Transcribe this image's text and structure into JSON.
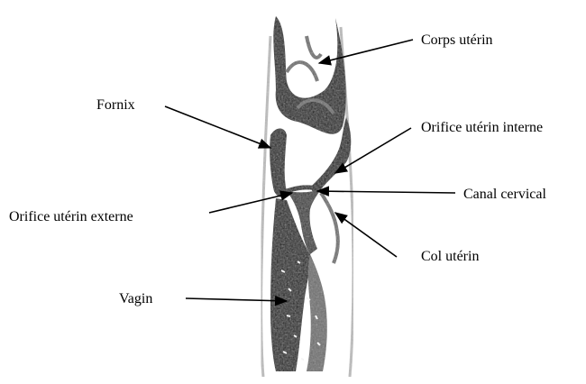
{
  "labels": {
    "corps_uterin": "Corps utérin",
    "fornix": "Fornix",
    "orifice_uterin_interne": "Orifice utérin interne",
    "canal_cervical": "Canal cervical",
    "orifice_uterin_externe": "Orifice utérin externe",
    "col_uterin": "Col utérin",
    "vagin": "Vagin"
  },
  "colors": {
    "ink": "#000000",
    "tissue_dark": "#1a1a1a",
    "tissue_mid": "#6e6e6e",
    "tissue_light": "#bdbdbd"
  }
}
